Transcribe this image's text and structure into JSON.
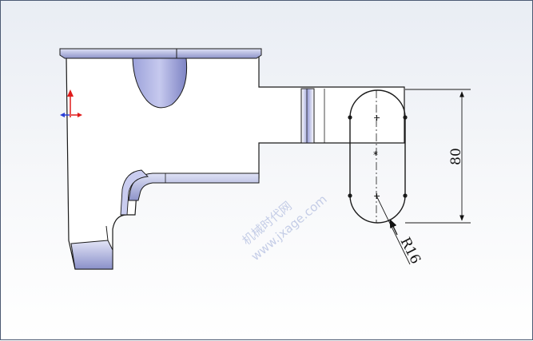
{
  "drawing": {
    "dimension_height": "80",
    "dimension_radius": "R16"
  },
  "watermark": {
    "line1": "机械时代网",
    "line2": "www.jxage.com"
  },
  "colors": {
    "outline": "#1a1a1a",
    "part_fill": "#ffffff",
    "shaded": "#a9aee0",
    "axis_x": "#2a3fd8",
    "axis_y": "#e01b1b"
  }
}
